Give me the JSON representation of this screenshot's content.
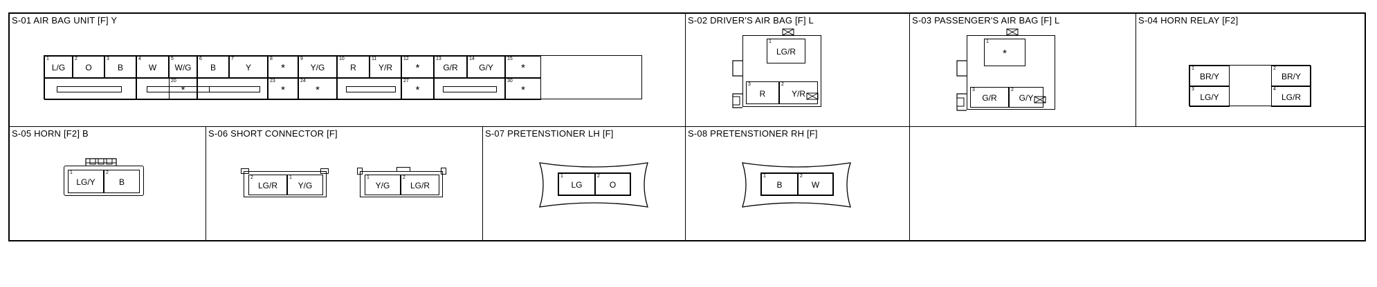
{
  "connectors": {
    "s01": {
      "title": "S-01 AIR BAG UNIT [F] Y",
      "pins": [
        {
          "num": "1",
          "label": "L/G"
        },
        {
          "num": "2",
          "label": "O"
        },
        {
          "num": "3",
          "label": "B"
        },
        {
          "num": "4",
          "label": "W"
        },
        {
          "num": "5",
          "label": "W/G"
        },
        {
          "num": "6",
          "label": "B"
        },
        {
          "num": "7",
          "label": "Y"
        },
        {
          "num": "8",
          "label": "*"
        },
        {
          "num": "9",
          "label": "Y/G"
        },
        {
          "num": "10",
          "label": "R"
        },
        {
          "num": "11",
          "label": "Y/R"
        },
        {
          "num": "12",
          "label": "*"
        },
        {
          "num": "13",
          "label": "G/R"
        },
        {
          "num": "14",
          "label": "G/Y"
        },
        {
          "num": "15",
          "label": "*"
        },
        {
          "num": "20",
          "label": "*"
        },
        {
          "num": "23",
          "label": "*"
        },
        {
          "num": "24",
          "label": "*"
        },
        {
          "num": "27",
          "label": "*"
        },
        {
          "num": "30",
          "label": "*"
        }
      ]
    },
    "s02": {
      "title": "S-02 DRIVER'S AIR BAG [F] L",
      "pins": [
        {
          "num": "1",
          "label": "LG/R"
        },
        {
          "num": "3",
          "label": "R"
        },
        {
          "num": "2",
          "label": "Y/R"
        }
      ]
    },
    "s03": {
      "title": "S-03 PASSENGER'S AIR BAG [F] L",
      "pins": [
        {
          "num": "1",
          "label": "*"
        },
        {
          "num": "3",
          "label": "G/R"
        },
        {
          "num": "2",
          "label": "G/Y"
        }
      ]
    },
    "s04": {
      "title": "S-04 HORN RELAY [F2]",
      "pins": [
        {
          "num": "1",
          "label": "BR/Y"
        },
        {
          "num": "2",
          "label": "BR/Y"
        },
        {
          "num": "3",
          "label": "LG/Y"
        },
        {
          "num": "4",
          "label": "LG/R"
        }
      ]
    },
    "s05": {
      "title": "S-05 HORN [F2] B",
      "pins": [
        {
          "num": "1",
          "label": "LG/Y"
        },
        {
          "num": "2",
          "label": "B"
        }
      ]
    },
    "s06": {
      "title": "S-06 SHORT CONNECTOR [F]",
      "pins": [
        {
          "num": "2",
          "label": "LG/R"
        },
        {
          "num": "1",
          "label": "Y/G"
        },
        {
          "num": "1",
          "label": "Y/G"
        },
        {
          "num": "2",
          "label": "LG/R"
        }
      ]
    },
    "s07": {
      "title": "S-07 PRETENSTIONER LH [F]",
      "pins": [
        {
          "num": "1",
          "label": "LG"
        },
        {
          "num": "2",
          "label": "O"
        }
      ]
    },
    "s08": {
      "title": "S-08 PRETENSTIONER RH [F]",
      "pins": [
        {
          "num": "1",
          "label": "B"
        },
        {
          "num": "2",
          "label": "W"
        }
      ]
    }
  }
}
